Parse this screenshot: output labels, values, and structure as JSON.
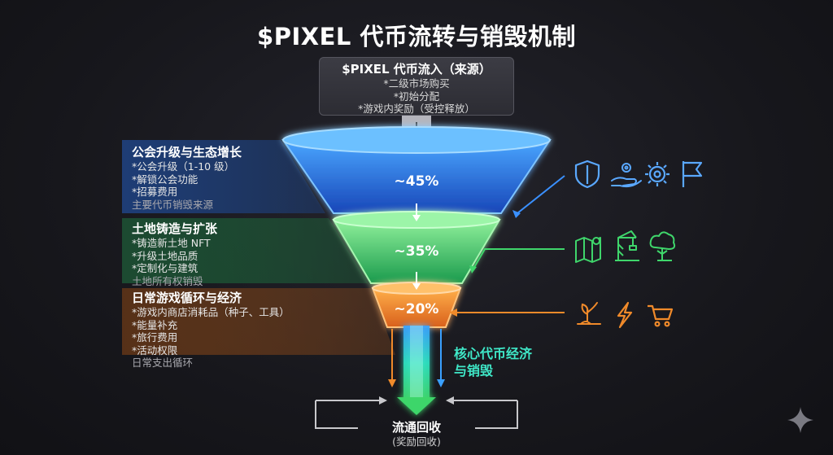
{
  "title": "$PIXEL 代币流转与销毁机制",
  "source": {
    "title": "$PIXEL 代币流入（来源）",
    "items": [
      "*二级市场购买",
      "*初始分配",
      "*游戏内奖励（受控释放）"
    ]
  },
  "tiers": [
    {
      "title": "公会升级与生态增长",
      "items": [
        "*公会升级（1-10 级）",
        "*解锁公会功能",
        "*招募费用"
      ],
      "footer": "主要代币销毁来源",
      "percent": "~45%",
      "color": "#2f7cf0",
      "icons": [
        "shield-icon",
        "hand-gear-icon",
        "gear-icon",
        "flag-icon"
      ]
    },
    {
      "title": "土地铸造与扩张",
      "items": [
        "*铸造新土地 NFT",
        "*升级土地品质",
        "*定制化与建筑"
      ],
      "footer": "土地所有权销毁",
      "percent": "~35%",
      "color": "#3fd66b",
      "icons": [
        "map-pin-icon",
        "crane-icon",
        "tree-icon"
      ]
    },
    {
      "title": "日常游戏循环与经济",
      "items": [
        "*游戏内商店消耗品（种子、工具）",
        "*能量补充",
        "*旅行费用",
        "*活动权限"
      ],
      "footer": "日常支出循环",
      "percent": "~20%",
      "color": "#f08a2a",
      "icons": [
        "sprout-icon",
        "lightning-icon",
        "cart-icon"
      ]
    }
  ],
  "core_label_line1": "核心代币经济",
  "core_label_line2": "与销毁",
  "recycle": {
    "title": "流通回收",
    "subtitle": "(奖励回收)"
  }
}
